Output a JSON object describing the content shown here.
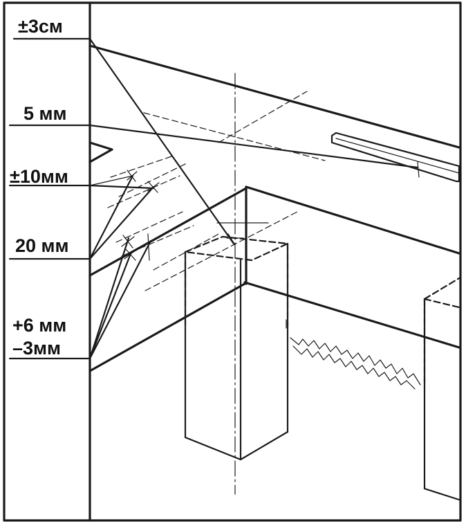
{
  "tolerances": [
    {
      "id": "t1",
      "text": "±3см"
    },
    {
      "id": "t2",
      "text": "5 мм"
    },
    {
      "id": "t3",
      "text": "±10мм"
    },
    {
      "id": "t4",
      "text": "20 мм"
    },
    {
      "id": "t5a",
      "text": "+6 мм"
    },
    {
      "id": "t5b",
      "text": "–3мм"
    }
  ]
}
